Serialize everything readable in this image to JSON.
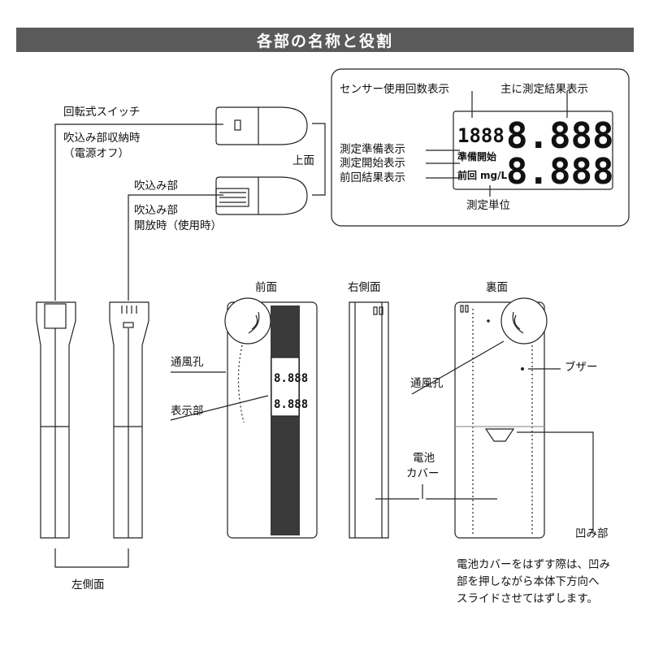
{
  "header": {
    "title": "各部の名称と役割"
  },
  "labels": {
    "rotary_switch": "回転式スイッチ",
    "stored_state": "吹込み部収納時",
    "power_off": "（電源オフ）",
    "mouthpiece": "吹込み部",
    "open_state": "吹込み部",
    "in_use": "開放時（使用時）",
    "top_view": "上面",
    "front_view": "前面",
    "right_view": "右側面",
    "back_view": "裏面",
    "left_view": "左側面",
    "vent_front": "通風孔",
    "display_part": "表示部",
    "vent_back": "通風孔",
    "buzzer": "ブザー",
    "battery_cover_1": "電池",
    "battery_cover_2": "カバー",
    "recess": "凹み部",
    "note": "電池カバーをはずす際は、凹み\n部を押しながら本体下方向へ\nスライドさせてはずします。"
  },
  "display_legend": {
    "sensor_count": "センサー使用回数表示",
    "main_result": "主に測定結果表示",
    "prep": "測定準備表示",
    "start": "測定開始表示",
    "previous": "前回結果表示",
    "unit_label": "測定単位"
  },
  "lcd": {
    "count_digits": "1888",
    "main_top": "8.888",
    "main_bottom": "8.888",
    "prep_start": "準備開始",
    "prev": "前回",
    "unit": "mg/L"
  },
  "colors": {
    "header_bg": "#5a5a5a",
    "display_strip": "#3a3a3a",
    "line": "#222222"
  }
}
